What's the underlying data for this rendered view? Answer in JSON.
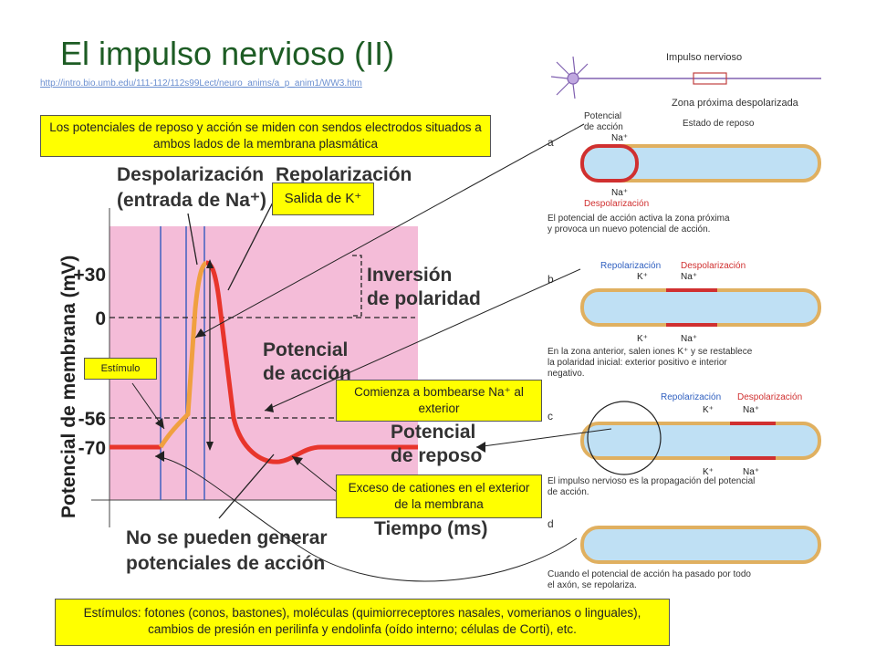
{
  "title": "El impulso nervioso (II)",
  "source_url": "http://intro.bio.umb.edu/111-112/112s99Lect/neuro_anims/a_p_anim1/WW3.htm",
  "callouts": {
    "electrodes": "Los potenciales de reposo y acción se miden con sendos electrodos situados a ambos lados de la membrana plasmática",
    "k_exit": "Salida de K⁺",
    "stimulus": "Estímulo",
    "na_pump": "Comienza a bombearse Na⁺ al exterior",
    "cation_excess": "Exceso de cationes en el exterior de la membrana",
    "stimuli_examples": "Estímulos: fotones (conos, bastones), moléculas (quimiorreceptores nasales, vomerianos o linguales), cambios de presión en perilinfa y endolinfa (oído interno; células de Corti), etc."
  },
  "graph": {
    "y_axis_label": "Potencial de membrana (mV)",
    "y_ticks": [
      "+30",
      "0",
      "-56",
      "-70"
    ],
    "depolarization_label": [
      "Despolarización",
      "(entrada de Na⁺)"
    ],
    "repolarization_label": "Repolarización",
    "polarity_inversion_label": [
      "Inversión",
      "de polaridad"
    ],
    "action_potential_label": [
      "Potencial",
      "de acción"
    ],
    "resting_potential_label": [
      "Potencial",
      "de reposo"
    ],
    "x_axis_label": "Tiempo (ms)",
    "refractory_label": [
      "No se pueden generar",
      "potenciales de acción"
    ],
    "colors": {
      "curve": "#e8352c",
      "rising": "#f0a040",
      "shade": "#f4bcd8",
      "lines": "#4060c0"
    }
  },
  "axon_panels": {
    "top_label": "Impulso nervioso",
    "top_zone": "Zona próxima despolarizada",
    "panel_a": {
      "letter": "a",
      "left_head": [
        "Potencial",
        "de acción"
      ],
      "right_head": "Estado de reposo",
      "ion_top": "Na⁺",
      "ion_bottom": "Na⁺",
      "state_label": "Despolarización",
      "caption": [
        "El potencial de acción activa la zona próxima",
        "y provoca un nuevo potencial de acción."
      ]
    },
    "panel_b": {
      "letter": "b",
      "label_left": "Repolarización",
      "label_right": "Despolarización",
      "ion_top_left": "K⁺",
      "ion_top_right": "Na⁺",
      "ion_bottom_left": "K⁺",
      "ion_bottom_right": "Na⁺",
      "caption": [
        "En la zona anterior, salen iones K⁺ y se restablece",
        "la polaridad inicial: exterior positivo e interior",
        "negativo."
      ]
    },
    "panel_c": {
      "letter": "c",
      "label_left": "Repolarización",
      "label_right": "Despolarización",
      "ion_top_left": "K⁺",
      "ion_top_right": "Na⁺",
      "ion_bottom_left": "K⁺",
      "ion_bottom_right": "Na⁺",
      "caption": [
        "El impulso nervioso es la propagación del potencial",
        "de acción."
      ]
    },
    "panel_d": {
      "letter": "d",
      "caption": [
        "Cuando el potencial de acción ha pasado por todo",
        "el axón, se repolariza."
      ]
    }
  }
}
